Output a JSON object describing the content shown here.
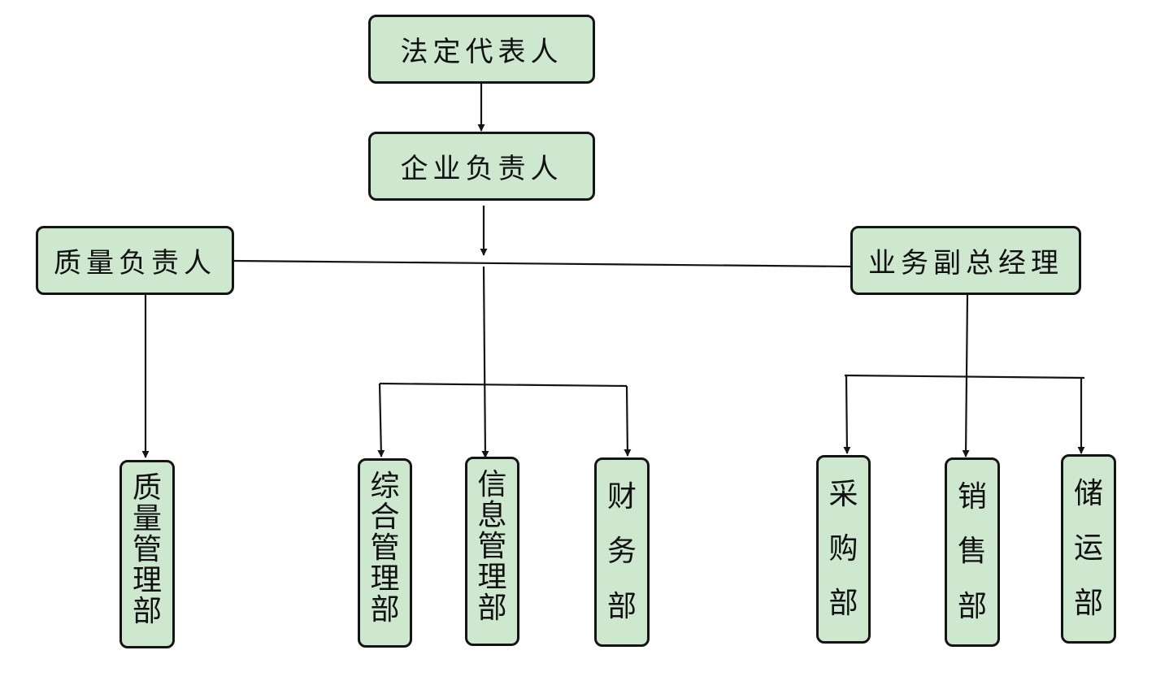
{
  "nodes": {
    "legal_rep": "法定代表人",
    "enterprise_head": "企业负责人",
    "quality_head": "质量负责人",
    "business_vp": "业务副总经理",
    "quality_mgmt_dept": [
      "质",
      "量",
      "管",
      "理",
      "部"
    ],
    "general_mgmt_dept": [
      "综",
      "合",
      "管",
      "理",
      "部"
    ],
    "info_mgmt_dept": [
      "信",
      "息",
      "管",
      "理",
      "部"
    ],
    "finance_dept": [
      "财",
      "务",
      "部"
    ],
    "purchasing_dept": [
      "采",
      "购",
      "部"
    ],
    "sales_dept": [
      "销",
      "售",
      "部"
    ],
    "logistics_dept": [
      "储",
      "运",
      "部"
    ]
  },
  "colors": {
    "box_fill": "#cde8cf",
    "border": "#141414",
    "line": "#141414"
  }
}
